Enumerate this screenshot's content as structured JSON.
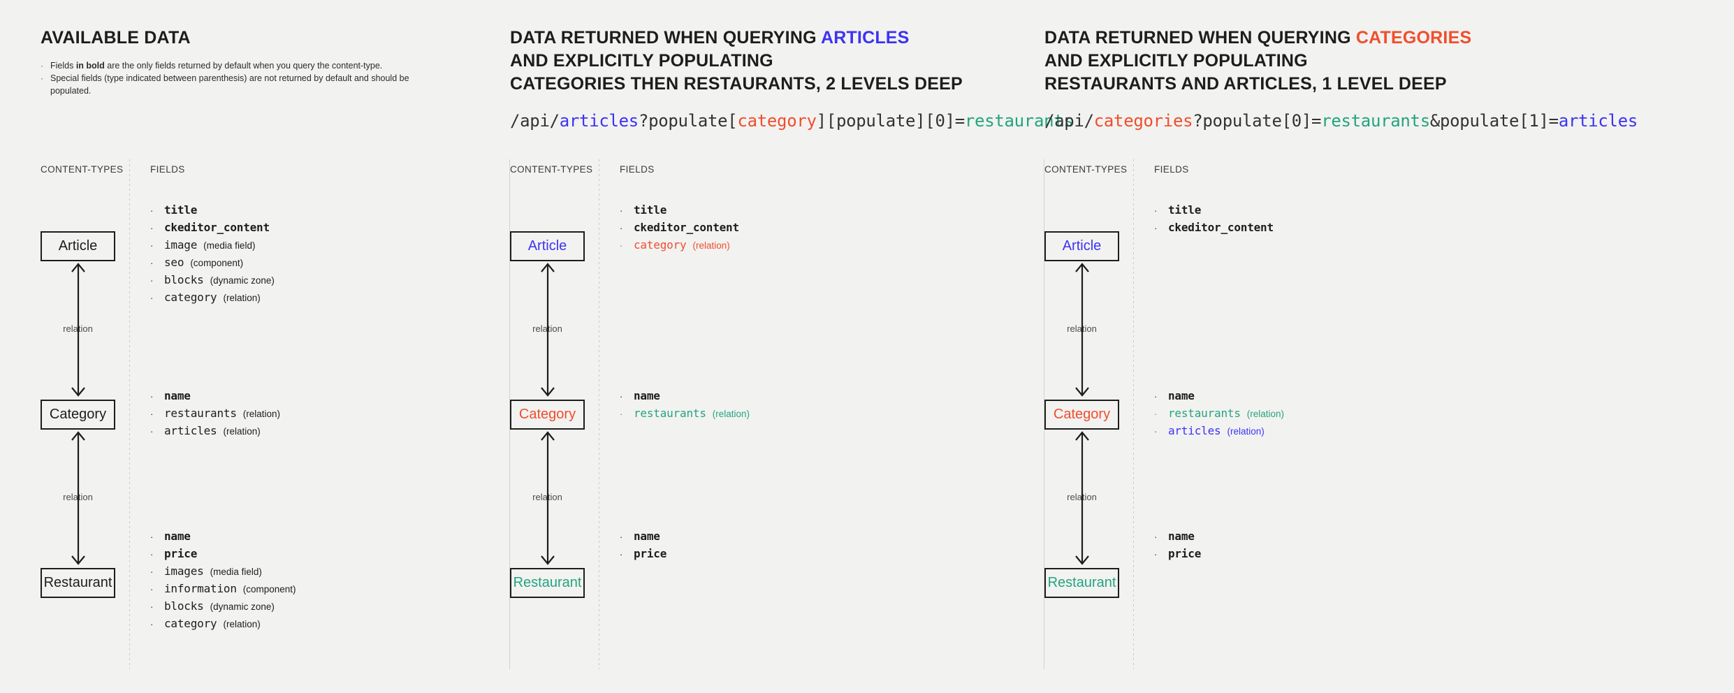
{
  "panels": [
    {
      "id": "available-data",
      "title_parts": [
        {
          "text": "AVAILABLE DATA",
          "color": "default"
        }
      ],
      "bullets": [
        {
          "pre": "Fields ",
          "bold": "in bold",
          "post": " are the only fields returned by default when you query the content-type."
        },
        {
          "pre": "Special fields (type indicated between parenthesis) are not returned by default and should be populated.",
          "bold": "",
          "post": ""
        }
      ],
      "query": null,
      "col_labels": {
        "content_types": "CONTENT-TYPES",
        "fields": "FIELDS"
      },
      "nodes": [
        {
          "name": "Article",
          "color": "default"
        },
        {
          "name": "Category",
          "color": "default"
        },
        {
          "name": "Restaurant",
          "color": "default"
        }
      ],
      "relations": [
        {
          "label": "relation"
        },
        {
          "label": "relation"
        }
      ],
      "field_groups": [
        [
          {
            "name": "title",
            "type": "",
            "bold": true,
            "color": "default"
          },
          {
            "name": "ckeditor_content",
            "type": "",
            "bold": true,
            "color": "default"
          },
          {
            "name": "image",
            "type": "(media field)",
            "bold": false,
            "color": "default"
          },
          {
            "name": "seo",
            "type": "(component)",
            "bold": false,
            "color": "default"
          },
          {
            "name": "blocks",
            "type": "(dynamic zone)",
            "bold": false,
            "color": "default"
          },
          {
            "name": "category",
            "type": "(relation)",
            "bold": false,
            "color": "default"
          }
        ],
        [
          {
            "name": "name",
            "type": "",
            "bold": true,
            "color": "default"
          },
          {
            "name": "restaurants",
            "type": "(relation)",
            "bold": false,
            "color": "default"
          },
          {
            "name": "articles",
            "type": "(relation)",
            "bold": false,
            "color": "default"
          }
        ],
        [
          {
            "name": "name",
            "type": "",
            "bold": true,
            "color": "default"
          },
          {
            "name": "price",
            "type": "",
            "bold": true,
            "color": "default"
          },
          {
            "name": "images",
            "type": "(media field)",
            "bold": false,
            "color": "default"
          },
          {
            "name": "information",
            "type": "(component)",
            "bold": false,
            "color": "default"
          },
          {
            "name": "blocks",
            "type": "(dynamic zone)",
            "bold": false,
            "color": "default"
          },
          {
            "name": "category",
            "type": "(relation)",
            "bold": false,
            "color": "default"
          }
        ]
      ]
    },
    {
      "id": "query-articles",
      "title_parts": [
        {
          "text": "DATA RETURNED WHEN QUERYING ",
          "color": "default"
        },
        {
          "text": "ARTICLES",
          "color": "blue"
        },
        {
          "text": "\nAND EXPLICITLY POPULATING\nCATEGORIES THEN RESTAURANTS, 2 LEVELS DEEP",
          "color": "default"
        }
      ],
      "bullets": [],
      "query": [
        {
          "text": "/api/",
          "color": "default"
        },
        {
          "text": "articles",
          "color": "blue"
        },
        {
          "text": "?populate[",
          "color": "default"
        },
        {
          "text": "category",
          "color": "red"
        },
        {
          "text": "][populate][0]=",
          "color": "default"
        },
        {
          "text": "restaurants",
          "color": "green"
        }
      ],
      "col_labels": {
        "content_types": "CONTENT-TYPES",
        "fields": "FIELDS"
      },
      "nodes": [
        {
          "name": "Article",
          "color": "blue"
        },
        {
          "name": "Category",
          "color": "red"
        },
        {
          "name": "Restaurant",
          "color": "green"
        }
      ],
      "relations": [
        {
          "label": "relation"
        },
        {
          "label": "relation"
        }
      ],
      "field_groups": [
        [
          {
            "name": "title",
            "type": "",
            "bold": true,
            "color": "default"
          },
          {
            "name": "ckeditor_content",
            "type": "",
            "bold": true,
            "color": "default"
          },
          {
            "name": "category",
            "type": "(relation)",
            "bold": false,
            "color": "red"
          }
        ],
        [
          {
            "name": "name",
            "type": "",
            "bold": true,
            "color": "default"
          },
          {
            "name": "restaurants",
            "type": "(relation)",
            "bold": false,
            "color": "green"
          }
        ],
        [
          {
            "name": "name",
            "type": "",
            "bold": true,
            "color": "default"
          },
          {
            "name": "price",
            "type": "",
            "bold": true,
            "color": "default"
          }
        ]
      ]
    },
    {
      "id": "query-categories",
      "title_parts": [
        {
          "text": "DATA RETURNED WHEN QUERYING ",
          "color": "default"
        },
        {
          "text": "CATEGORIES",
          "color": "red"
        },
        {
          "text": "\nAND EXPLICITLY POPULATING\nRESTAURANTS AND ARTICLES, 1 LEVEL DEEP",
          "color": "default"
        }
      ],
      "bullets": [],
      "query": [
        {
          "text": "/api/",
          "color": "default"
        },
        {
          "text": "categories",
          "color": "red"
        },
        {
          "text": "?populate[0]=",
          "color": "default"
        },
        {
          "text": "restaurants",
          "color": "green"
        },
        {
          "text": "&populate[1]=",
          "color": "default"
        },
        {
          "text": "articles",
          "color": "blue"
        }
      ],
      "col_labels": {
        "content_types": "CONTENT-TYPES",
        "fields": "FIELDS"
      },
      "nodes": [
        {
          "name": "Article",
          "color": "blue"
        },
        {
          "name": "Category",
          "color": "red"
        },
        {
          "name": "Restaurant",
          "color": "green"
        }
      ],
      "relations": [
        {
          "label": "relation"
        },
        {
          "label": "relation"
        }
      ],
      "field_groups": [
        [
          {
            "name": "title",
            "type": "",
            "bold": true,
            "color": "default"
          },
          {
            "name": "ckeditor_content",
            "type": "",
            "bold": true,
            "color": "default"
          }
        ],
        [
          {
            "name": "name",
            "type": "",
            "bold": true,
            "color": "default"
          },
          {
            "name": "restaurants",
            "type": "(relation)",
            "bold": false,
            "color": "green"
          },
          {
            "name": "articles",
            "type": "(relation)",
            "bold": false,
            "color": "blue"
          }
        ],
        [
          {
            "name": "name",
            "type": "",
            "bold": true,
            "color": "default"
          },
          {
            "name": "price",
            "type": "",
            "bold": true,
            "color": "default"
          }
        ]
      ]
    }
  ],
  "colors": {
    "background": "#f2f2f1",
    "ink": "#1d1d1b",
    "blue": "#3d33f2",
    "red": "#f04e2c",
    "green": "#24a47e",
    "divider": "#c9c9c7"
  },
  "bullet_glyph": "·"
}
